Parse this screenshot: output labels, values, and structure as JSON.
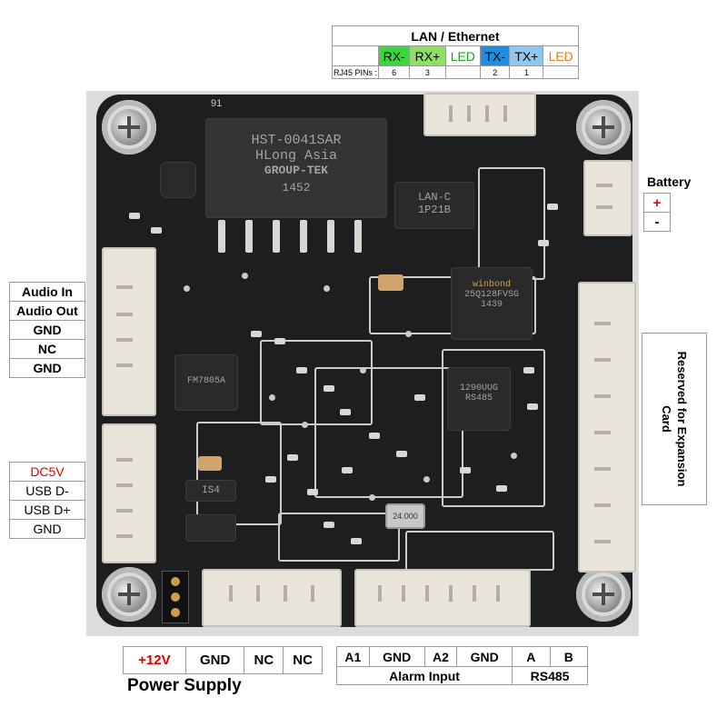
{
  "lan": {
    "title": "LAN / Ethernet",
    "pins_label": "RJ45 PINs :",
    "signals": [
      {
        "label": "RX-",
        "bg": "#3ad93a",
        "color": "#000000",
        "pin": "6"
      },
      {
        "label": "RX+",
        "bg": "#8ce25e",
        "color": "#000000",
        "pin": "3"
      },
      {
        "label": "LED",
        "bg": "#ffffff",
        "color": "#1aa01a",
        "pin": ""
      },
      {
        "label": "TX-",
        "bg": "#1f8fe6",
        "color": "#000000",
        "pin": "2"
      },
      {
        "label": "TX+",
        "bg": "#8cc8f0",
        "color": "#000000",
        "pin": "1"
      },
      {
        "label": "LED",
        "bg": "#ffffff",
        "color": "#e07a10",
        "pin": ""
      }
    ]
  },
  "battery": {
    "title": "Battery",
    "plus": "+",
    "minus": "-"
  },
  "audio": {
    "rows": [
      "Audio In",
      "Audio Out",
      "GND",
      "NC",
      "GND"
    ]
  },
  "usb": {
    "rows": [
      "DC5V",
      "USB D-",
      "USB D+",
      "GND"
    ]
  },
  "expansion": {
    "label": "Reserved for Expansion Card"
  },
  "power": {
    "title": "Power Supply",
    "pins": [
      "+12V",
      "GND",
      "NC",
      "NC"
    ]
  },
  "alarm": {
    "pins": [
      "A1",
      "GND",
      "A2",
      "GND"
    ],
    "group": "Alarm Input"
  },
  "rs485": {
    "pins": [
      "A",
      "B"
    ],
    "group": "RS485"
  },
  "board": {
    "silk_top": "91",
    "transformer_line1": "HST-0041SAR",
    "transformer_line2": "HLong Asia",
    "transformer_line3": "GROUP-TEK",
    "transformer_code": "1452",
    "lan_chip_line1": "LAN-C",
    "lan_chip_line2": "1P21B",
    "flash_line1": "winbond",
    "flash_line2": "25Q128FVSG",
    "flash_line3": "1439",
    "rs485_chip_line1": "1290UUG",
    "rs485_chip_line2": "RS485",
    "amp_chip": "FM7805A",
    "diode_label": "IS4",
    "crystal_label": "24.000"
  }
}
